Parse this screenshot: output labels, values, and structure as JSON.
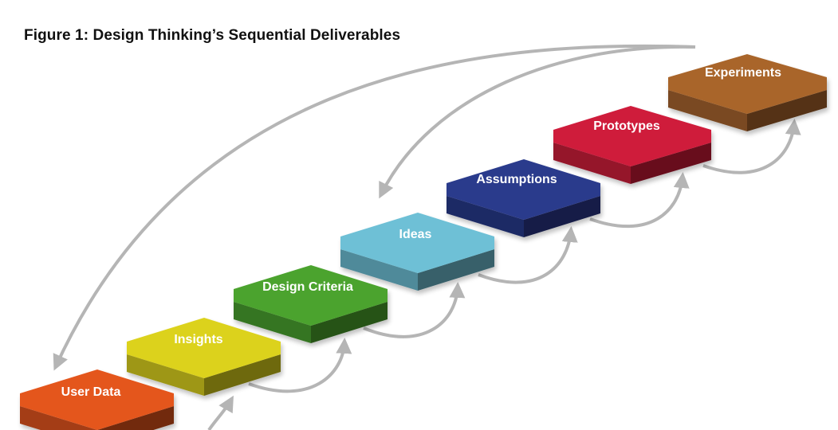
{
  "title": "Figure 1: Design Thinking’s Sequential Deliverables",
  "steps": [
    {
      "label": "User Data",
      "color": "#e4561f"
    },
    {
      "label": "Insights",
      "color": "#dcd21e"
    },
    {
      "label": "Design Criteria",
      "color": "#4ba32d"
    },
    {
      "label": "Ideas",
      "color": "#6ec0d6"
    },
    {
      "label": "Assumptions",
      "color": "#2b3a8c"
    },
    {
      "label": "Prototypes",
      "color": "#cf1a3b"
    },
    {
      "label": "Experiments",
      "color": "#a9652c"
    }
  ],
  "colors": {
    "arrow": "#b5b5b5",
    "background": "#ffffff",
    "title_text": "#111111"
  }
}
